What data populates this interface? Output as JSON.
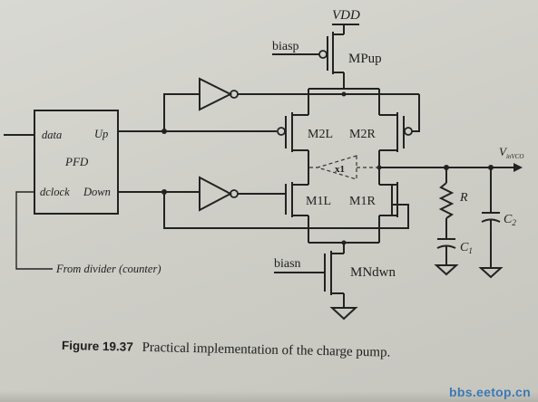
{
  "diagram": {
    "supply": "VDD",
    "pfd": {
      "name": "PFD",
      "input_data": "data",
      "input_clock": "dclock",
      "output_up": "Up",
      "output_down": "Down"
    },
    "transistors": {
      "top_pmos": "MPup",
      "top_bias": "biasp",
      "m2l": "M2L",
      "m2r": "M2R",
      "m1l": "M1L",
      "m1r": "M1R",
      "bottom_nmos": "MNdwn",
      "bottom_bias": "biasn"
    },
    "buffer_label": "x1",
    "output_label_main": "V",
    "output_label_sub": "inVCO",
    "resistor": "R",
    "cap1_main": "C",
    "cap1_sub": "1",
    "cap2_main": "C",
    "cap2_sub": "2",
    "divider_note": "From divider (counter)"
  },
  "caption": {
    "figure_number": "Figure 19.37",
    "text": "Practical implementation of the charge pump."
  },
  "watermark": "bbs.eetop.cn"
}
